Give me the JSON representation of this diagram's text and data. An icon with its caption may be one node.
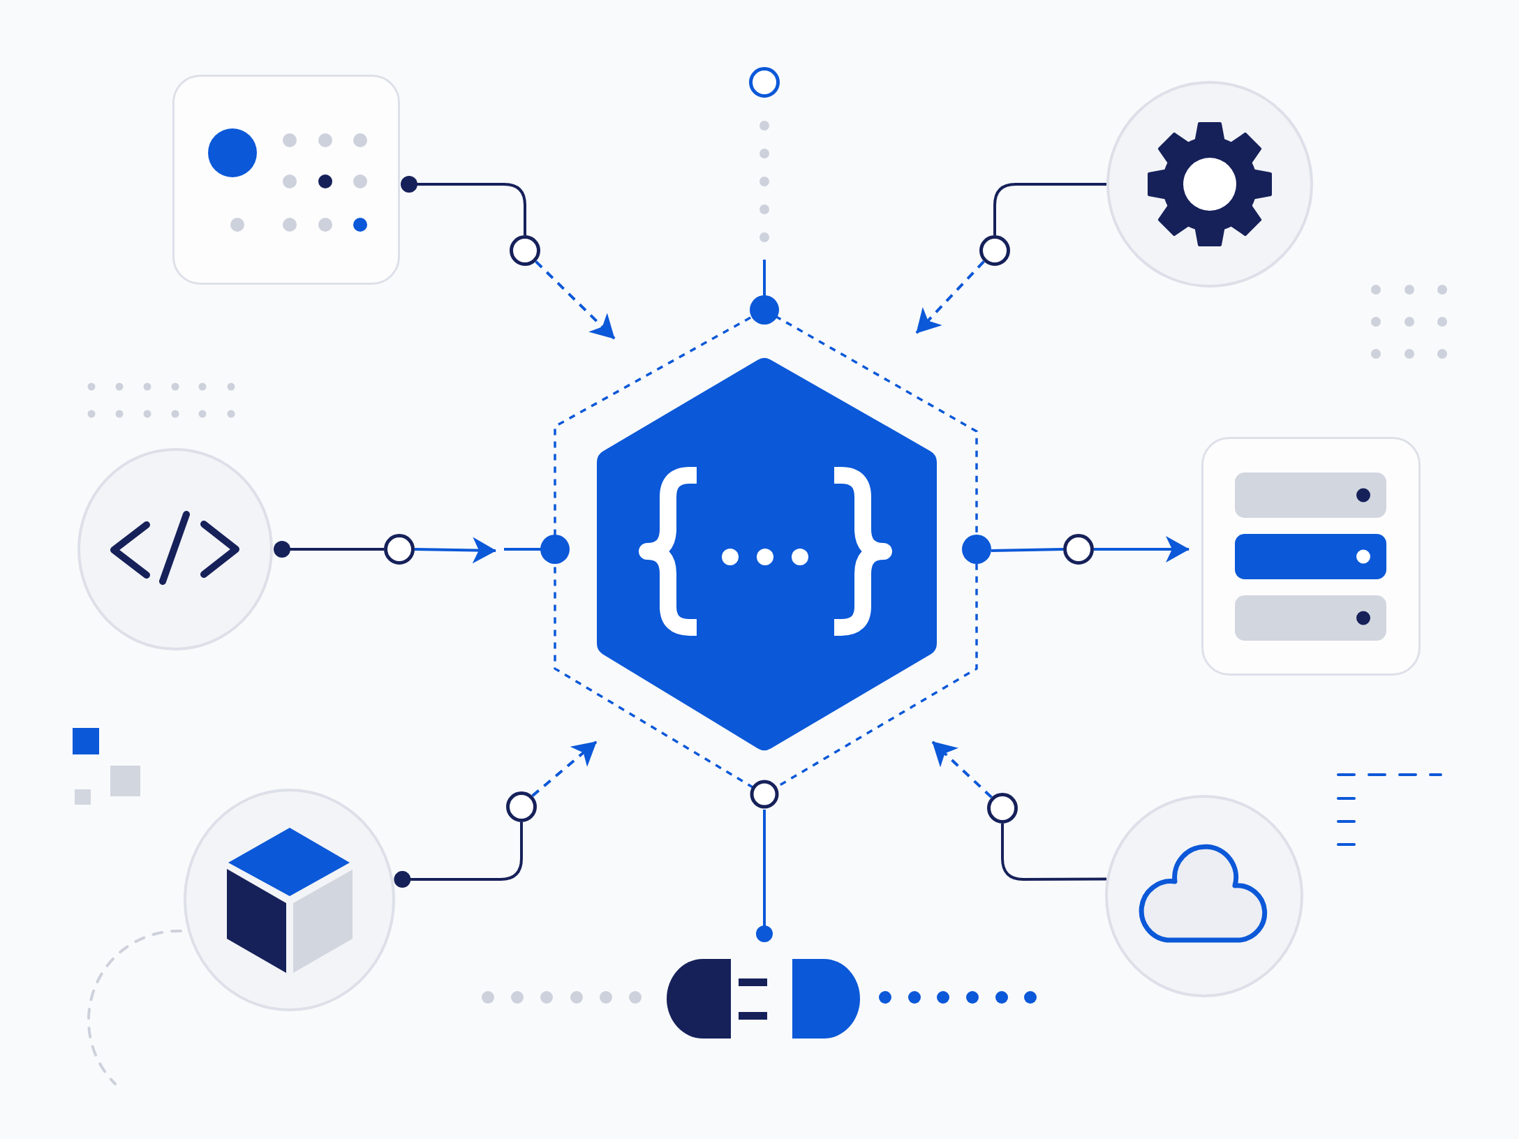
{
  "diagram": {
    "nodes": [
      {
        "text": [],
        "shape": "box"
      },
      {
        "text": [],
        "shape": "circle"
      },
      {
        "text": [],
        "shape": "circle"
      },
      {
        "text": [],
        "shape": "circle"
      },
      {
        "text": [],
        "shape": "circle"
      },
      {
        "text": [],
        "shape": "hexagon"
      },
      {
        "text": [],
        "shape": "circle"
      },
      {
        "text": [],
        "shape": "circle"
      },
      {
        "text": [],
        "shape": "circle"
      },
      {
        "text": [],
        "shape": "box"
      },
      {
        "text": [],
        "shape": "circle"
      },
      {
        "text": [],
        "shape": "circle"
      },
      {
        "text": [],
        "shape": "circle"
      },
      {
        "text": [],
        "shape": "circle"
      },
      {
        "text": [],
        "shape": "picture"
      }
    ],
    "edges": [
      {
        "from": 0,
        "to": 3,
        "arrow": "other",
        "color": "#16215a"
      },
      {
        "from": 3,
        "to": 5,
        "arrow": "to",
        "style": "dashed"
      },
      {
        "from": 2,
        "to": 4,
        "arrow": "none",
        "color": "#16215a"
      },
      {
        "from": 4,
        "to": 5,
        "arrow": "to",
        "style": "dashed"
      },
      {
        "from": 1,
        "to": 5,
        "arrow": "none",
        "style": "dashed",
        "color": "#cdd1db"
      },
      {
        "from": 6,
        "to": 7,
        "arrow": "other",
        "color": "#16215a"
      },
      {
        "from": 7,
        "to": 5,
        "arrow": "to"
      },
      {
        "from": 5,
        "to": 8,
        "arrow": "none"
      },
      {
        "from": 8,
        "to": 9,
        "arrow": "to"
      },
      {
        "from": 12,
        "to": 10,
        "arrow": "other",
        "color": "#16215a"
      },
      {
        "from": 10,
        "to": 5,
        "arrow": "to",
        "style": "dashed"
      },
      {
        "from": 13,
        "to": 11,
        "arrow": "none",
        "color": "#16215a"
      },
      {
        "from": 11,
        "to": 5,
        "arrow": "to",
        "style": "dashed"
      },
      {
        "from": 14,
        "to": 5,
        "arrow": "other"
      }
    ]
  }
}
